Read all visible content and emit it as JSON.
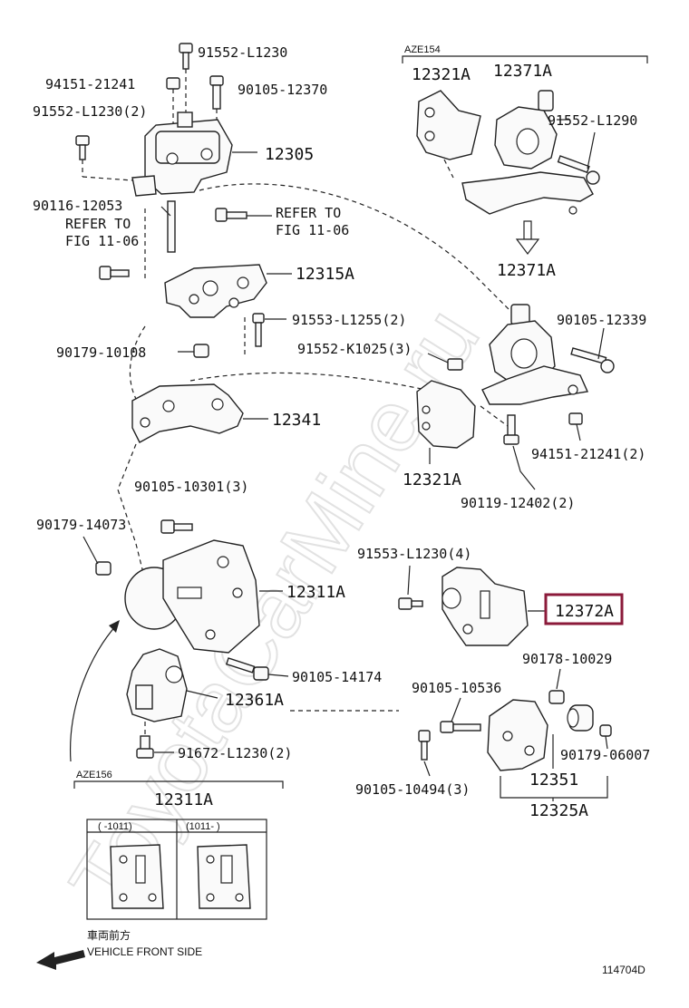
{
  "watermark": "ToyotaCarMine.ru",
  "highlight_color": "#8b1a3a",
  "diagram_id": "114704D",
  "labels": {
    "l_91552_l1230": "91552-L1230",
    "l_94151_21241": "94151-21241",
    "l_90105_12370": "90105-12370",
    "l_91552_l1230_2": "91552-L1230(2)",
    "l_12305": "12305",
    "l_90116_12053": "90116-12053",
    "l_refer_a1": "REFER TO",
    "l_refer_a2": "FIG 11-06",
    "l_refer_b1": "REFER TO",
    "l_refer_b2": "FIG 11-06",
    "l_12315a": "12315A",
    "l_91553_l1255_2": "91553-L1255(2)",
    "l_90179_10108": "90179-10108",
    "l_12341": "12341",
    "l_90105_10301_3": "90105-10301(3)",
    "l_90179_14073": "90179-14073",
    "l_12311a": "12311A",
    "l_90105_14174": "90105-14174",
    "l_12361a": "12361A",
    "l_91672_l1230_2": "91672-L1230(2)",
    "l_aze154": "AZE154",
    "l_12321a_top": "12321A",
    "l_12371a_top": "12371A",
    "l_91552_l1290": "91552-L1290",
    "l_12371a_mid": "12371A",
    "l_90105_12339": "90105-12339",
    "l_91552_k1025_3": "91552-K1025(3)",
    "l_94151_21241_2": "94151-21241(2)",
    "l_12321a_bot": "12321A",
    "l_90119_12402_2": "90119-12402(2)",
    "l_91553_l1230_4": "91553-L1230(4)",
    "l_12372a": "12372A",
    "l_90178_10029": "90178-10029",
    "l_90105_10536": "90105-10536",
    "l_90179_06007": "90179-06007",
    "l_90105_10494_3": "90105-10494(3)",
    "l_12351": "12351",
    "l_12325a": "12325A"
  },
  "inset": {
    "title": "AZE156",
    "part": "12311A",
    "col1": "(    -1011)",
    "col2": "(1011-    )"
  },
  "footer": {
    "jp_text": "車両前方",
    "en_text": "VEHICLE FRONT SIDE"
  }
}
